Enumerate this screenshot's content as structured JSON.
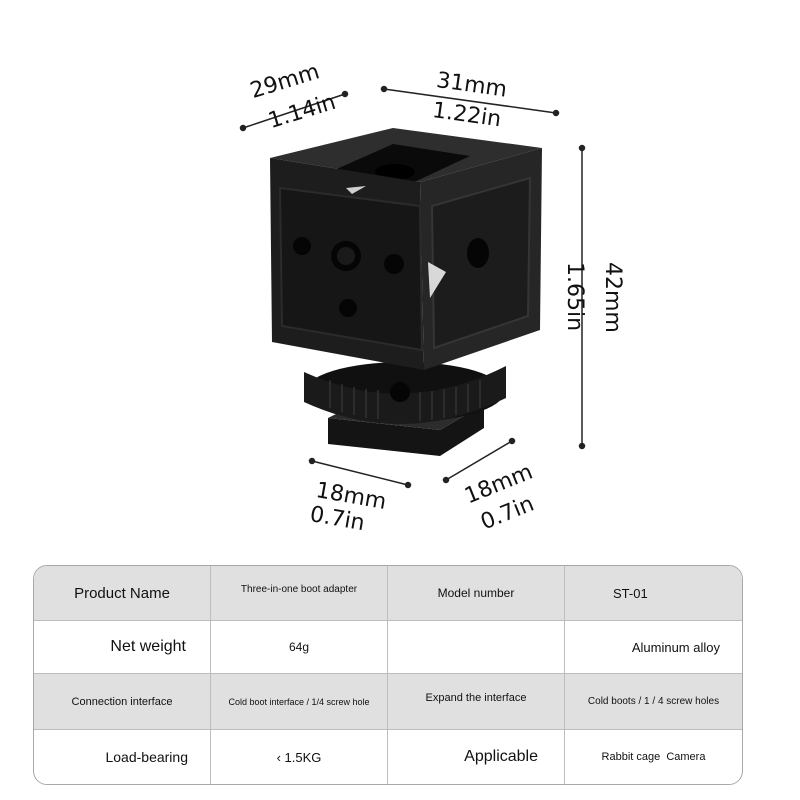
{
  "dimensions": {
    "top_left_mm": "29mm",
    "top_left_in": "1.14in",
    "top_right_mm": "31mm",
    "top_right_in": "1.22in",
    "right_mm": "42mm",
    "right_in": "1.65in",
    "bottom_left_mm": "18mm",
    "bottom_left_in": "0.7in",
    "bottom_right_mm": "18mm",
    "bottom_right_in": "0.7in"
  },
  "specs": {
    "rows": [
      [
        "Product Name",
        "Three-in-one boot adapter",
        "Model number",
        "ST-01"
      ],
      [
        "Net weight",
        "64g",
        "",
        "Aluminum alloy"
      ],
      [
        "Connection interface",
        "Cold boot interface / 1/4 screw hole",
        "Expand the interface",
        "Cold boots / 1 / 4 screw holes"
      ],
      [
        "Load-bearing",
        "‹ 1.5KG",
        "Applicable",
        "Rabbit cage  Camera"
      ]
    ]
  },
  "colors": {
    "table_border": "#a8a8a8",
    "row_shade": "#e0e0e0",
    "product_body": "#1b1b1b"
  }
}
